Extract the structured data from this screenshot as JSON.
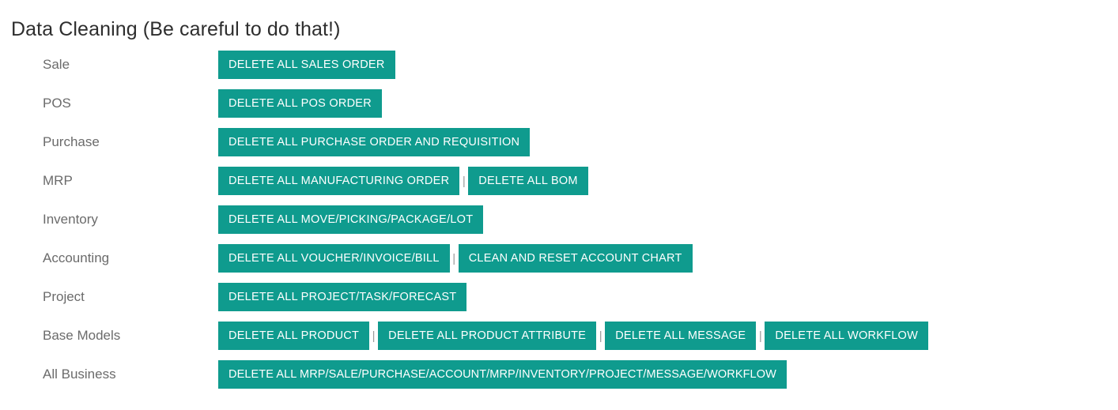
{
  "page": {
    "title": "Data Cleaning (Be careful to do that!)",
    "background_color": "#ffffff",
    "title_color": "#2e2e2e",
    "label_color": "#6b6b6b",
    "button_color": "#0f9b8e",
    "button_text_color": "#ffffff",
    "separator_glyph": "|",
    "separator_color": "#9a9a9a"
  },
  "rows": [
    {
      "label": "Sale",
      "buttons": [
        {
          "label": "DELETE ALL SALES ORDER"
        }
      ]
    },
    {
      "label": "POS",
      "buttons": [
        {
          "label": "DELETE ALL POS ORDER"
        }
      ]
    },
    {
      "label": "Purchase",
      "buttons": [
        {
          "label": "DELETE ALL PURCHASE ORDER AND REQUISITION"
        }
      ]
    },
    {
      "label": "MRP",
      "buttons": [
        {
          "label": "DELETE ALL MANUFACTURING ORDER"
        },
        {
          "label": "DELETE ALL BOM"
        }
      ]
    },
    {
      "label": "Inventory",
      "buttons": [
        {
          "label": "DELETE ALL MOVE/PICKING/PACKAGE/LOT"
        }
      ]
    },
    {
      "label": "Accounting",
      "buttons": [
        {
          "label": "DELETE ALL VOUCHER/INVOICE/BILL"
        },
        {
          "label": "CLEAN AND RESET ACCOUNT CHART"
        }
      ]
    },
    {
      "label": "Project",
      "buttons": [
        {
          "label": "DELETE ALL PROJECT/TASK/FORECAST"
        }
      ]
    },
    {
      "label": "Base Models",
      "buttons": [
        {
          "label": "DELETE ALL PRODUCT"
        },
        {
          "label": "DELETE ALL PRODUCT ATTRIBUTE"
        },
        {
          "label": "DELETE ALL MESSAGE"
        },
        {
          "label": "DELETE ALL WORKFLOW"
        }
      ]
    },
    {
      "label": "All Business",
      "buttons": [
        {
          "label": "DELETE ALL MRP/SALE/PURCHASE/ACCOUNT/MRP/INVENTORY/PROJECT/MESSAGE/WORKFLOW"
        }
      ]
    }
  ]
}
